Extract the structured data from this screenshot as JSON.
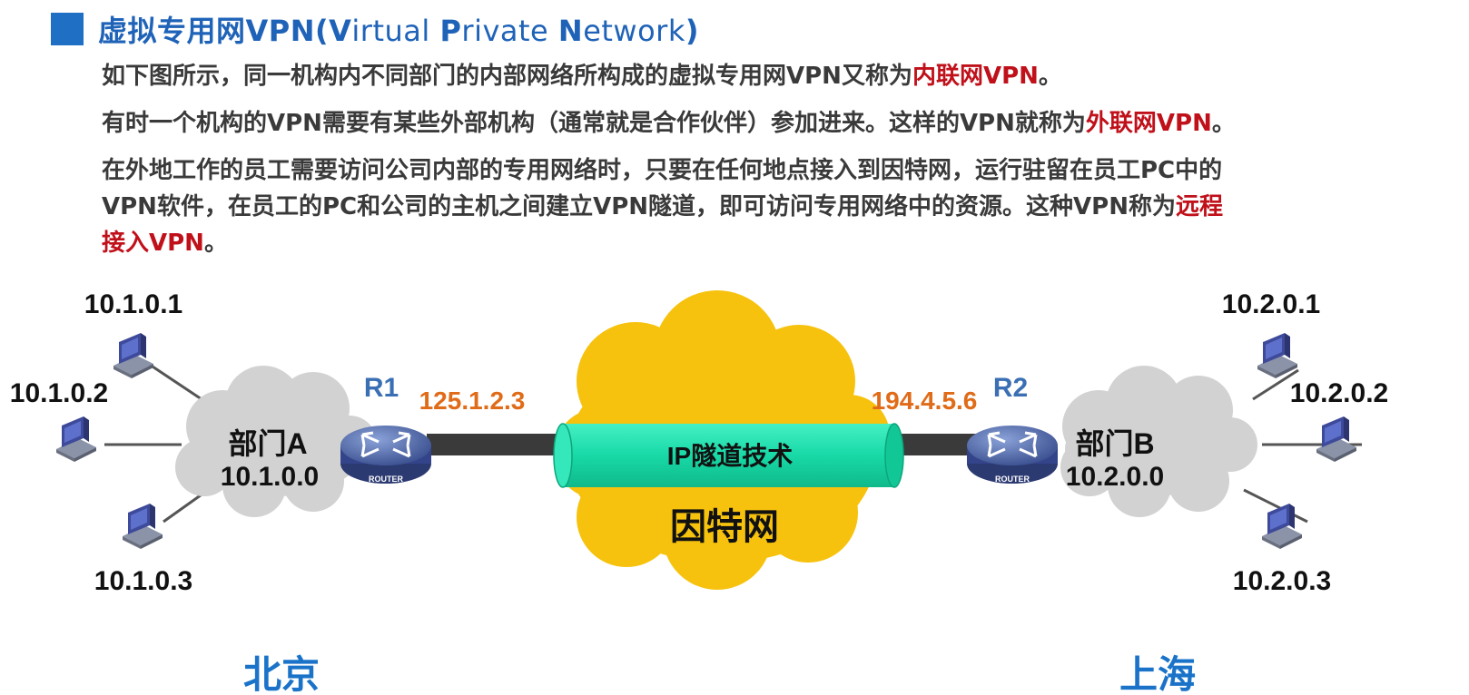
{
  "heading": {
    "prefix": "虚拟专用网VPN(",
    "v": "V",
    "v_rest": "irtual ",
    "p": "P",
    "p_rest": "rivate ",
    "n": "N",
    "n_rest": "etwork",
    "suffix": ")"
  },
  "paragraphs": {
    "p1_text": "如下图所示，同一机构内不同部门的内部网络所构成的虚拟专用网VPN又称为",
    "p1_term": "内联网VPN",
    "p1_end": "。",
    "p2_text": "有时一个机构的VPN需要有某些外部机构（通常就是合作伙伴）参加进来。这样的VPN就称为",
    "p2_term": "外联网VPN",
    "p2_end": "。",
    "p3_line1": "在外地工作的员工需要访问公司内部的专用网络时，只要在任何地点接入到因特网，运行驻留在员工PC中的",
    "p3_line2_text": "VPN软件，在员工的PC和公司的主机之间建立VPN隧道，即可访问专用网络中的资源。这种VPN称为",
    "p3_line2_term": "远程",
    "p3_line3_term": "接入VPN",
    "p3_end": "。"
  },
  "diagram": {
    "left_hosts": [
      "10.1.0.1",
      "10.1.0.2",
      "10.1.0.3"
    ],
    "right_hosts": [
      "10.2.0.1",
      "10.2.0.2",
      "10.2.0.3"
    ],
    "dept_a_name": "部门A",
    "dept_a_net": "10.1.0.0",
    "dept_b_name": "部门B",
    "dept_b_net": "10.2.0.0",
    "r1": "R1",
    "r2": "R2",
    "router_caption": "ROUTER",
    "r1_ip": "125.1.2.3",
    "r2_ip": "194.4.5.6",
    "tunnel_label": "IP隧道技术",
    "internet_label": "因特网",
    "city_left": "北京",
    "city_right": "上海"
  },
  "colors": {
    "title_blue": "#1f63b8",
    "red_term": "#c0101a",
    "ip_orange": "#e06b18",
    "router_label_blue": "#3b6fb4",
    "internet_cloud": "#f6c20d",
    "tunnel": "#18d9a7",
    "dept_cloud": "#d2d2d2",
    "link_dark": "#3a3a3a",
    "city_blue": "#1a73c8"
  }
}
